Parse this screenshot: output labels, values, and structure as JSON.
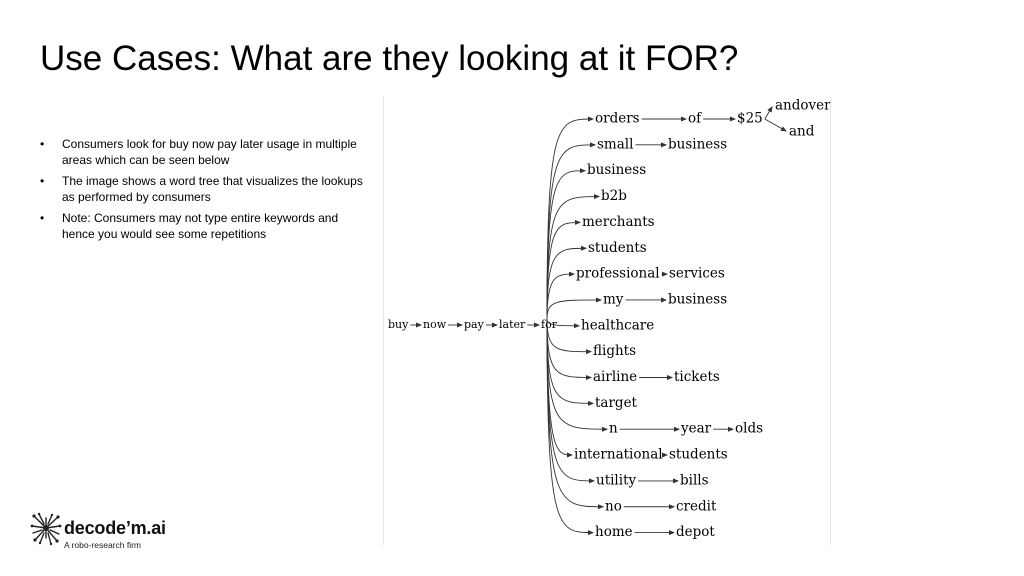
{
  "slide": {
    "title": "Use Cases: What are they looking at it FOR?",
    "bullets": [
      "Consumers look for buy now pay later usage in multiple areas which can be seen below",
      "The image shows a word tree that visualizes the lookups as performed by consumers",
      "Note: Consumers may not type entire keywords and hence you would see some repetitions"
    ]
  },
  "word_tree": {
    "root": [
      "buy",
      "now",
      "pay",
      "later",
      "for"
    ],
    "branches": [
      [
        "orders",
        "of",
        "$25",
        [
          "andover",
          "and"
        ]
      ],
      [
        "small",
        "business"
      ],
      [
        "business"
      ],
      [
        "b2b"
      ],
      [
        "merchants"
      ],
      [
        "students"
      ],
      [
        "professional",
        "services"
      ],
      [
        "my",
        "business"
      ],
      [
        "healthcare"
      ],
      [
        "flights"
      ],
      [
        "airline",
        "tickets"
      ],
      [
        "target"
      ],
      [
        "n",
        "year",
        "olds"
      ],
      [
        "international",
        "students"
      ],
      [
        "utility",
        "bills"
      ],
      [
        "no",
        "credit"
      ],
      [
        "home",
        "depot"
      ]
    ]
  },
  "logo": {
    "name": "decode’m.ai",
    "tagline": "A robo-research firm",
    "icon": "brain-network-icon"
  }
}
